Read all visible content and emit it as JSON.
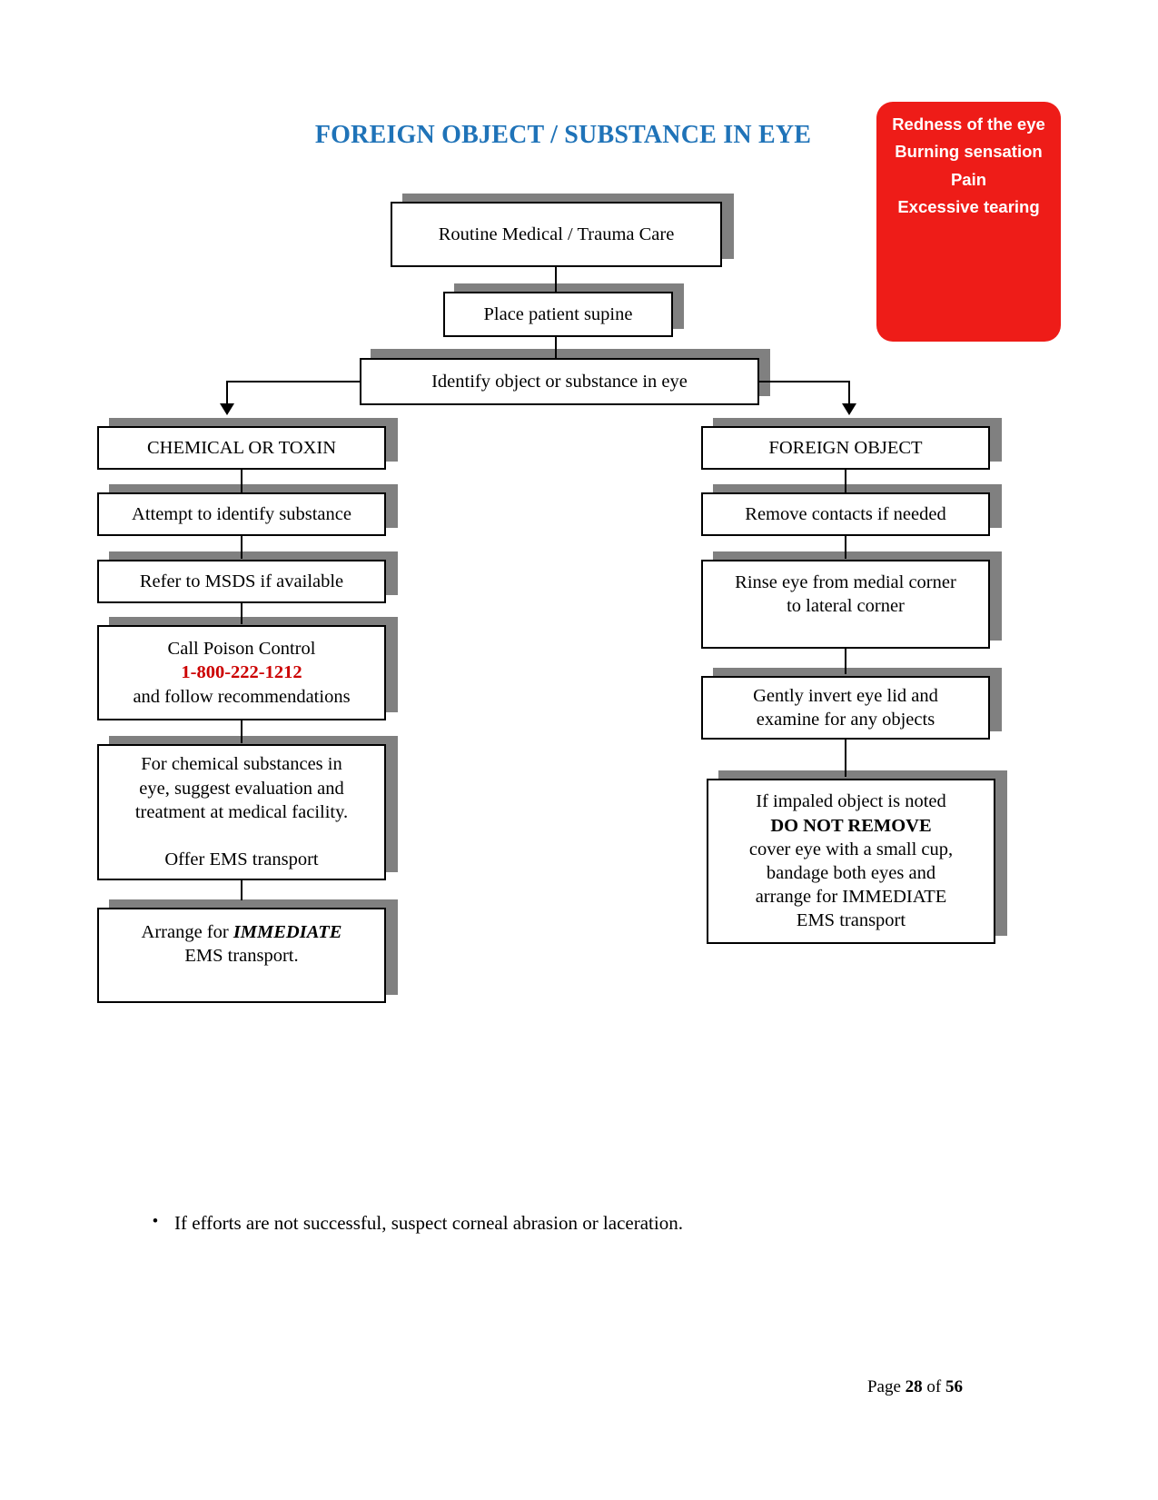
{
  "document": {
    "title": "FOREIGN OBJECT / SUBSTANCE IN EYE",
    "title_color": "#1f73b8"
  },
  "symptom_card": {
    "background_color": "#ee1c18",
    "text_color": "#ffffff",
    "items": [
      "Redness of the eye",
      "Burning sensation",
      "Pain",
      "Excessive tearing"
    ]
  },
  "flow": {
    "nodes": {
      "routine_care": "Routine Medical / Trauma Care",
      "place_supine": "Place patient supine",
      "identify": "Identify object or substance in eye",
      "chemical_header": "CHEMICAL OR TOXIN",
      "attempt_identify": "Attempt to identify substance",
      "refer_msds": "Refer to MSDS if available",
      "poison_line1": "Call Poison Control",
      "poison_number": "1-800-222-1212",
      "poison_line3": "and follow recommendations",
      "chem_eval_line1": "For chemical substances in",
      "chem_eval_line2": "eye, suggest evaluation and",
      "chem_eval_line3": "treatment at medical facility.",
      "chem_eval_line4": "Offer EMS transport",
      "arrange_prefix": "Arrange for ",
      "arrange_emphasis": "IMMEDIATE",
      "arrange_suffix": "EMS transport.",
      "foreign_header": "FOREIGN OBJECT",
      "remove_contacts": "Remove contacts if needed",
      "rinse_line1": "Rinse eye from medial corner",
      "rinse_line2": "to lateral corner",
      "invert_line1": "Gently invert eye lid and",
      "invert_line2": "examine for any objects",
      "impaled_line1": "If impaled object is noted",
      "impaled_emphasis": "DO NOT REMOVE",
      "impaled_line3": "cover eye with a small cup,",
      "impaled_line4": "bandage both eyes and",
      "impaled_line5": "arrange for IMMEDIATE",
      "impaled_line6": "EMS transport"
    },
    "phone_color": "#cc0000",
    "shadow_color": "#808080"
  },
  "notes": {
    "bullet_glyph": "•",
    "items": [
      "If efforts are not successful, suspect corneal abrasion or laceration."
    ]
  },
  "footer": {
    "label_page": "Page",
    "current_page": "28",
    "label_of": "of",
    "total_pages": "56"
  }
}
